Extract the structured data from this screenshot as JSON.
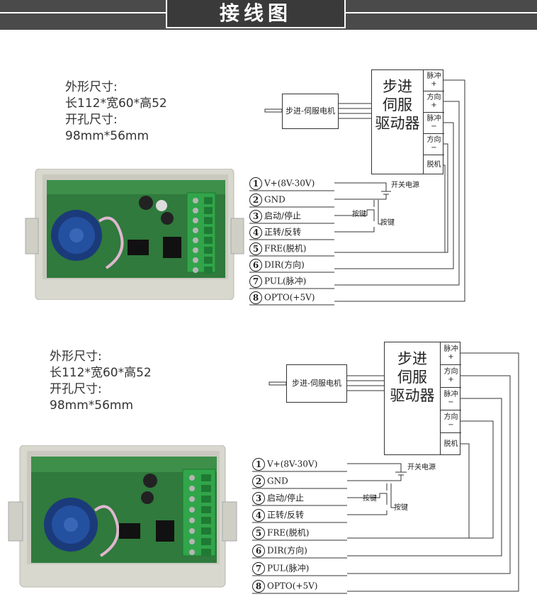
{
  "header": {
    "title": "接线图"
  },
  "panels": [
    {
      "spec": {
        "line1": "外形尺寸:",
        "line2": "长112*宽60*高52",
        "line3": "开孔尺寸:",
        "line4": "98mm*56mm"
      },
      "motor": {
        "label": "步进-伺服电机"
      },
      "driver": {
        "title": "步进\n伺服\n驱动器",
        "ports": [
          "脉冲 +",
          "方向 +",
          "脉冲 −",
          "方向 −",
          "脱机"
        ]
      },
      "terminals": [
        {
          "num": "1",
          "label": "V+(8V-30V)"
        },
        {
          "num": "2",
          "label": "GND"
        },
        {
          "num": "3",
          "label": "启动/停止"
        },
        {
          "num": "4",
          "label": "正转/反转"
        },
        {
          "num": "5",
          "label": "FRE(脱机)"
        },
        {
          "num": "6",
          "label": "DIR(方向)"
        },
        {
          "num": "7",
          "label": "PUL(脉冲)"
        },
        {
          "num": "8",
          "label": "OPTO(+5V)"
        }
      ],
      "labels": {
        "power_switch": "开关电源",
        "key1": "按键",
        "key2": "按键"
      }
    },
    {
      "spec": {
        "line1": "外形尺寸:",
        "line2": "长112*宽60*高52",
        "line3": "开孔尺寸:",
        "line4": "98mm*56mm"
      },
      "motor": {
        "label": "步进-伺服电机"
      },
      "driver": {
        "title": "步进\n伺服\n驱动器",
        "ports": [
          "脉冲 +",
          "方向 +",
          "脉冲 −",
          "方向 −",
          "脱机"
        ]
      },
      "terminals": [
        {
          "num": "1",
          "label": "V+(8V-30V)"
        },
        {
          "num": "2",
          "label": "GND"
        },
        {
          "num": "3",
          "label": "启动/停止"
        },
        {
          "num": "4",
          "label": "正转/反转"
        },
        {
          "num": "5",
          "label": "FRE(脱机)"
        },
        {
          "num": "6",
          "label": "DIR(方向)"
        },
        {
          "num": "7",
          "label": "PUL(脉冲)"
        },
        {
          "num": "8",
          "label": "OPTO(+5V)"
        }
      ],
      "labels": {
        "power_switch": "开关电源",
        "key1": "按键",
        "key2": "按键"
      }
    }
  ]
}
